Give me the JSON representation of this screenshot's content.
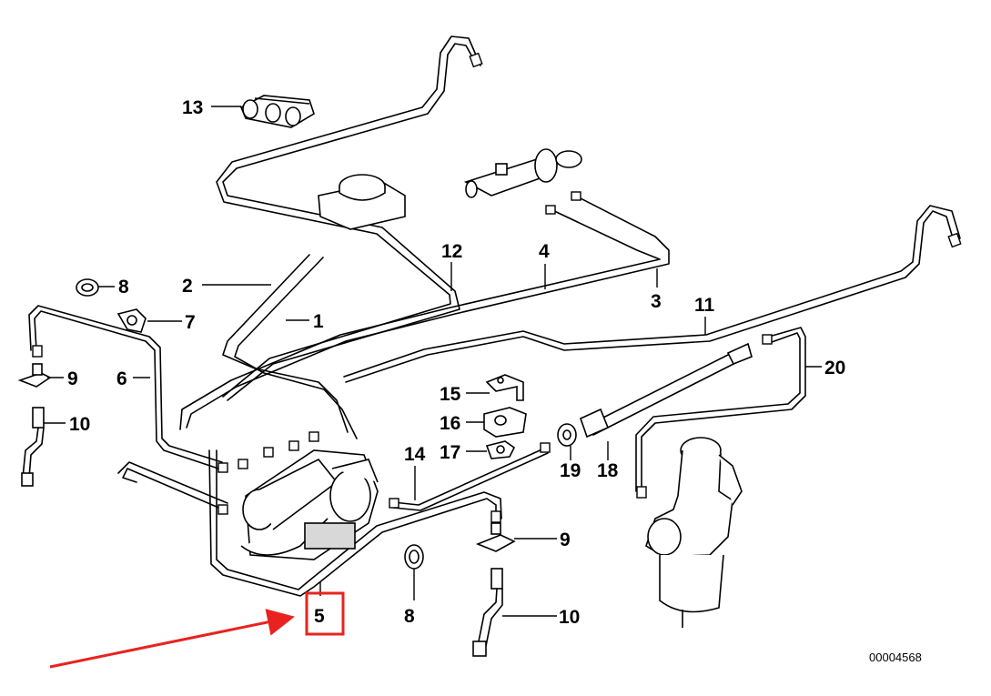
{
  "diagram": {
    "document_number": "00004568",
    "callouts": {
      "c1": "1",
      "c2": "2",
      "c3": "3",
      "c4": "4",
      "c5": "5",
      "c6": "6",
      "c7": "7",
      "c8a": "8",
      "c8b": "8",
      "c9a": "9",
      "c9b": "9",
      "c10a": "10",
      "c10b": "10",
      "c11": "11",
      "c12": "12",
      "c13": "13",
      "c14": "14",
      "c15": "15",
      "c16": "16",
      "c17": "17",
      "c18": "18",
      "c19": "19",
      "c20": "20"
    },
    "highlight": {
      "target": "5",
      "box_color": "#e8231f",
      "arrow_color": "#e8231f"
    }
  }
}
